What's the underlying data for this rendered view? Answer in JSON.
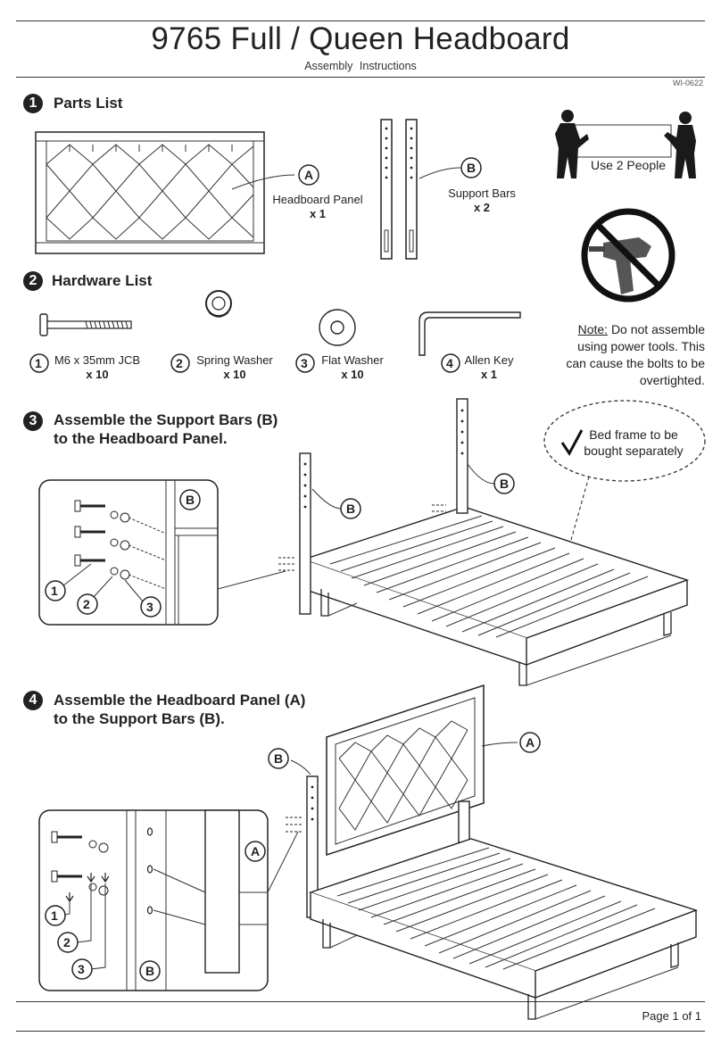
{
  "header": {
    "title": "9765 Full / Queen Headboard",
    "subtitle": "Assembly Instructions",
    "doc_id": "WI-0622"
  },
  "step1": {
    "number": "1",
    "heading": "Parts List",
    "parts": [
      {
        "letter": "A",
        "name": "Headboard Panel",
        "qty": "x 1"
      },
      {
        "letter": "B",
        "name": "Support Bars",
        "qty": "x 2"
      }
    ]
  },
  "two_people": {
    "label": "Use 2 People"
  },
  "step2": {
    "number": "2",
    "heading": "Hardware List",
    "items": [
      {
        "number": "1",
        "name": "M6 x 35mm JCB",
        "qty": "x 10"
      },
      {
        "number": "2",
        "name": "Spring Washer",
        "qty": "x 10"
      },
      {
        "number": "3",
        "name": "Flat Washer",
        "qty": "x 10"
      },
      {
        "number": "4",
        "name": "Allen Key",
        "qty": "x 1"
      }
    ]
  },
  "note": {
    "label": "Note:",
    "text": "Do not assemble using power tools. This can cause the bolts to be overtighted."
  },
  "step3": {
    "number": "3",
    "heading_line1": "Assemble the Support Bars (B)",
    "heading_line2": "to the Headboard Panel."
  },
  "callout": {
    "text": "Bed frame to be bought separately"
  },
  "step4": {
    "number": "4",
    "heading_line1": "Assemble the Headboard Panel (A)",
    "heading_line2": "to the Support Bars (B)."
  },
  "labels": {
    "A": "A",
    "B": "B",
    "n1": "1",
    "n2": "2",
    "n3": "3"
  },
  "footer": {
    "page": "Page 1 of 1"
  }
}
